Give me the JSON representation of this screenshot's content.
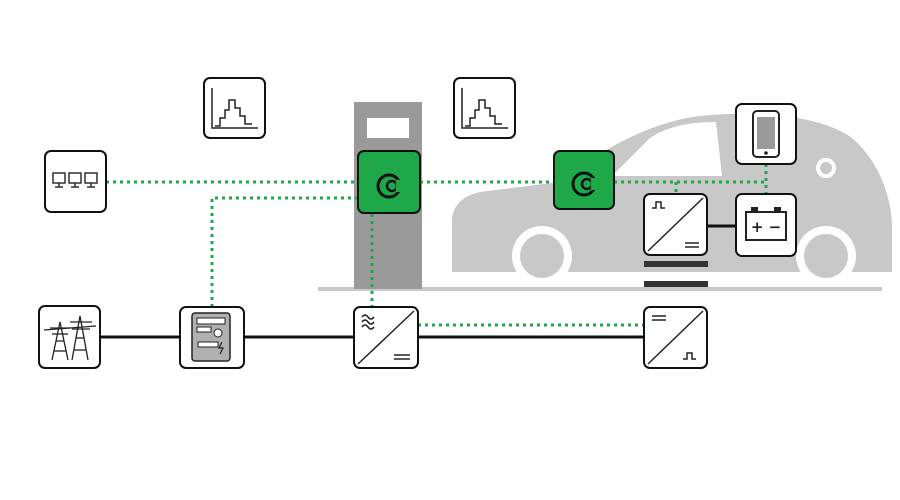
{
  "diagram": {
    "nodes": [
      {
        "id": "monitors",
        "icon": "monitors-icon"
      },
      {
        "id": "load-profile-1",
        "icon": "load-profile-chart-icon"
      },
      {
        "id": "load-profile-2",
        "icon": "load-profile-chart-icon"
      },
      {
        "id": "charging-station",
        "icon": "charging-station-icon"
      },
      {
        "id": "station-controller",
        "icon": "controller-logo-icon"
      },
      {
        "id": "vehicle-controller",
        "icon": "controller-logo-icon"
      },
      {
        "id": "smartphone",
        "icon": "smartphone-icon"
      },
      {
        "id": "onboard-converter",
        "icon": "ac-dc-converter-icon"
      },
      {
        "id": "battery",
        "icon": "battery-icon"
      },
      {
        "id": "pylon",
        "icon": "power-pylon-icon"
      },
      {
        "id": "meter",
        "icon": "electricity-meter-icon"
      },
      {
        "id": "grid-inverter",
        "icon": "ac-dc-converter-icon"
      },
      {
        "id": "dc-converter",
        "icon": "dc-ac-converter-icon"
      },
      {
        "id": "car",
        "icon": "electric-car-icon"
      }
    ],
    "connections": {
      "power": [
        "pylon-meter",
        "meter-grid-inverter",
        "grid-inverter-dc-converter",
        "onboard-converter-battery"
      ],
      "data": [
        "monitors-station-controller",
        "station-controller-vehicle-controller",
        "vehicle-controller-smartphone",
        "vehicle-controller-onboard-converter",
        "meter-station-controller",
        "station-controller-grid-inverter",
        "grid-inverter-dc-converter"
      ]
    },
    "colors": {
      "controller_green": "#1fa84a",
      "data_line": "#1fa84a",
      "power_line": "#111111",
      "car_fill": "#c8c8c8",
      "station_fill": "#9a9a9a",
      "icon_border": "#111111"
    },
    "battery_label": "+ −"
  }
}
